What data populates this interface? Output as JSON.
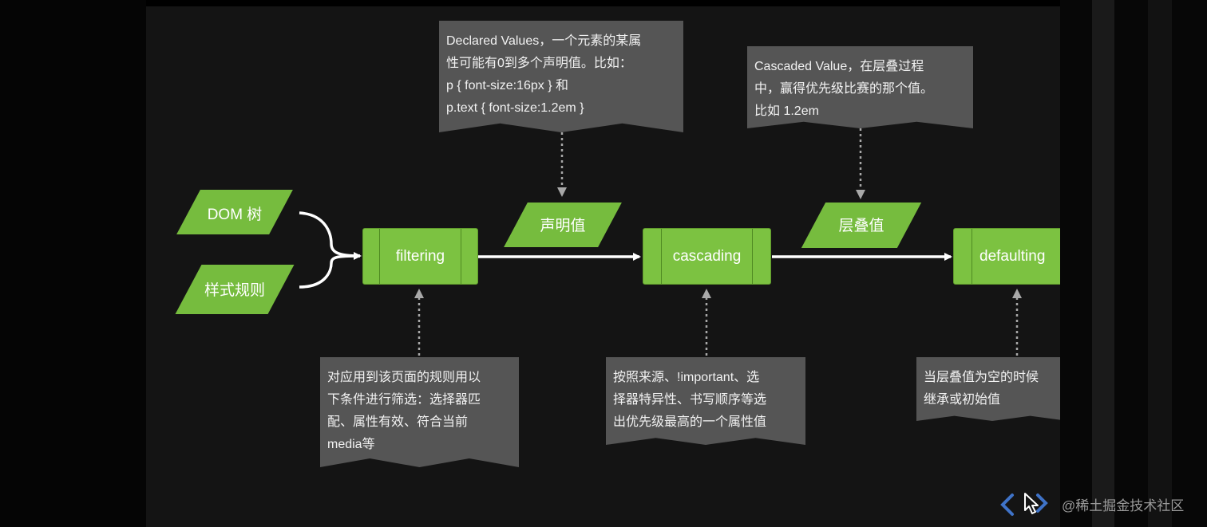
{
  "inputs": {
    "dom_tree": "DOM 树",
    "style_rules": "样式规则"
  },
  "stages": {
    "filtering": "filtering",
    "cascading": "cascading",
    "defaulting": "defaulting"
  },
  "outputs": {
    "declared": "声明值",
    "cascaded": "层叠值"
  },
  "notes": {
    "declared": [
      "Declared Values，一个元素的某属",
      "性可能有0到多个声明值。比如：",
      "p { font-size:16px } 和",
      "p.text { font-size:1.2em }"
    ],
    "cascaded": [
      "Cascaded Value，在层叠过程",
      "中，赢得优先级比赛的那个值。",
      "比如 1.2em"
    ],
    "filtering": [
      "对应用到该页面的规则用以",
      "下条件进行筛选：选择器匹",
      "配、属性有效、符合当前",
      "media等"
    ],
    "cascading": [
      "按照来源、!important、选",
      "择器特异性、书写顺序等选",
      "出优先级最高的一个属性值"
    ],
    "defaulting": [
      "当层叠值为空的时候",
      "继承或初始值"
    ]
  },
  "watermark": "@稀土掘金技术社区",
  "colors": {
    "green": "#7cc241",
    "note_bg": "#555555",
    "slide_bg": "#141414",
    "nav_blue": "#3f73c8"
  }
}
